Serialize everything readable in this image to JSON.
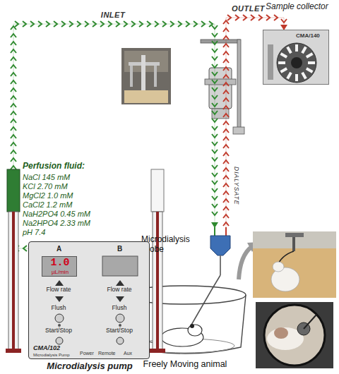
{
  "diagram": {
    "nodes": [
      {
        "text": [
          "CMA/140"
        ]
      },
      {
        "text": [
          "Microdialysis Probe"
        ]
      },
      {
        "text": [
          "CMA/102",
          "Microdialysis Pump",
          "Power",
          "Remote",
          "Aux",
          "Microdialysis pump"
        ]
      },
      {
        "text": [
          "1.0",
          "µL/min"
        ],
        "in": 2
      },
      {
        "text": [
          "Freely Moving animal"
        ]
      }
    ],
    "edges": [
      {
        "from": 2,
        "to": 1,
        "arrow": "to",
        "label": "INLET"
      },
      {
        "from": 1,
        "to": 0,
        "arrow": "to",
        "label": "OUTLET"
      }
    ],
    "labels": [
      "Sample collector",
      "Perfusion fluid:",
      "NaCl 145 mM",
      "KCl 2.70 mM",
      "MgCl2 1.0 mM",
      "CaCl2 1.2 mM",
      "NaH2PO4 0.45 mM",
      "Na2HPO4 2.33 mM",
      "pH 7.4",
      "DIALYSATE",
      "A",
      "B",
      "Flow rate",
      "Flow rate",
      "Flush",
      "Flush",
      "Start/Stop",
      "Start/Stop"
    ]
  }
}
